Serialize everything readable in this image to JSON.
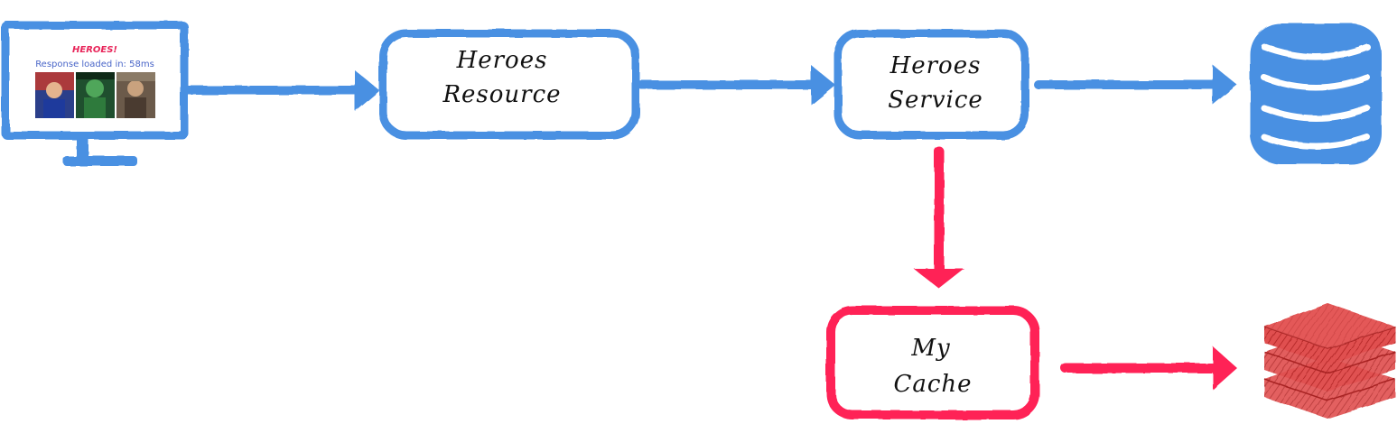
{
  "colors": {
    "blue": "#4a90e2",
    "red": "#ff2056",
    "redis": "#d84444"
  },
  "monitor": {
    "icon": "monitor-icon",
    "screen_title": "HEROES!",
    "screen_subtitle": "Response loaded in: 58ms",
    "thumbnails": [
      "hero-image",
      "hero-image",
      "hero-image"
    ]
  },
  "nodes": {
    "heroes_resource": {
      "line1": "Heroes",
      "line2": "Resource"
    },
    "heroes_service": {
      "line1": "Heroes",
      "line2": "Service"
    },
    "my_cache": {
      "line1": "My",
      "line2": "Cache"
    }
  },
  "icons": {
    "database": "database-icon",
    "redis": "redis-icon"
  }
}
